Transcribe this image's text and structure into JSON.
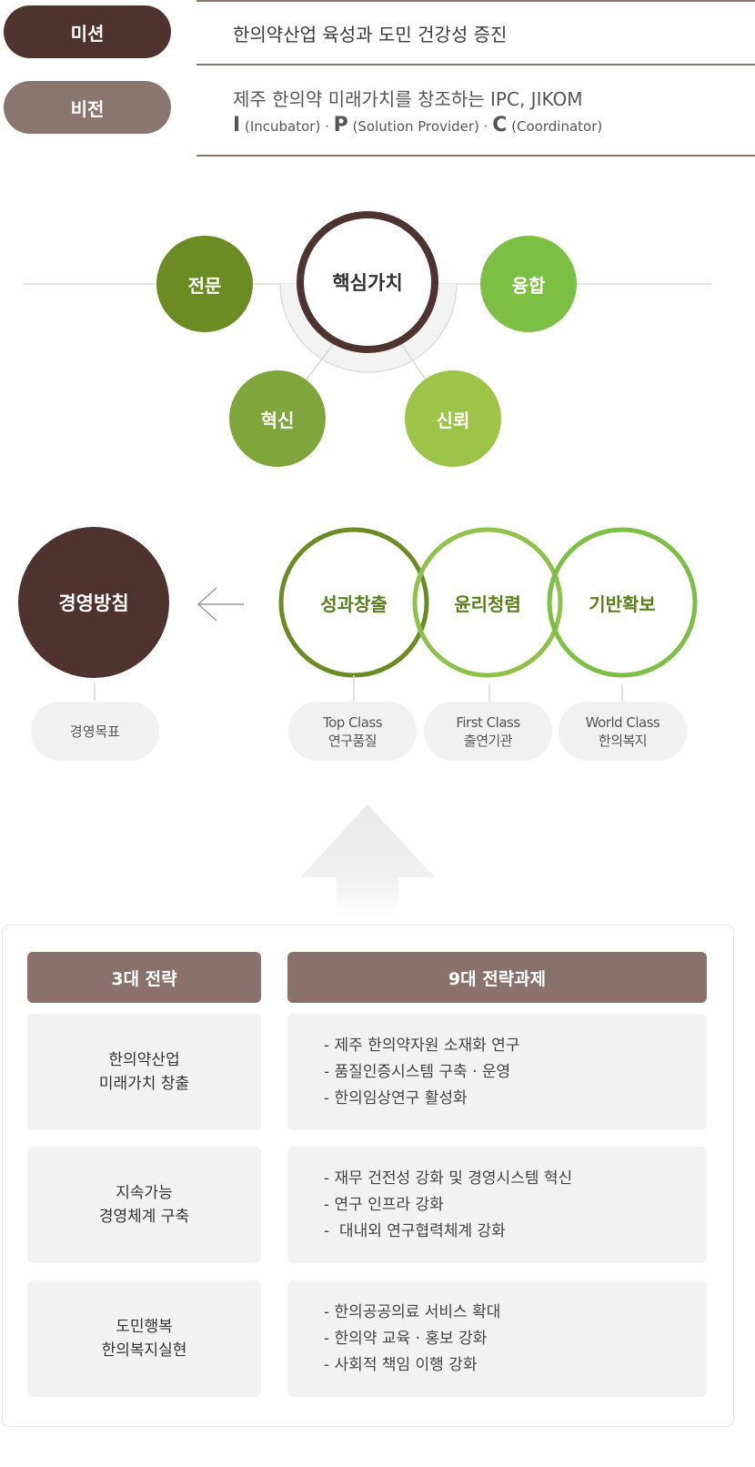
{
  "mission": {
    "label": "미션",
    "text": "한의약산업 육성과 도민 건강성 증진"
  },
  "vision": {
    "label": "비전",
    "text": "제주 한의약 미래가치를 창조하는 IPC, JIKOM",
    "sub": [
      {
        "letter": "I",
        "desc": "(Incubator)"
      },
      {
        "letter": "P",
        "desc": "(Solution Provider)"
      },
      {
        "letter": "C",
        "desc": "(Coordinator)"
      }
    ],
    "separator": "·"
  },
  "core_values": {
    "center": "핵심가치",
    "items": [
      "전문",
      "융합",
      "혁신",
      "신뢰"
    ],
    "colors": {
      "center_ring": "#4e332e",
      "jeonmun": "#6b8b23",
      "yunghap": "#7cc043",
      "hyeoksin": "#7fa63a",
      "sinroe": "#9cc548"
    }
  },
  "policy": {
    "circle": "경영방침",
    "goal_label": "경영목표",
    "values": [
      "성과창출",
      "윤리청렴",
      "기반확보"
    ],
    "goals": [
      {
        "line1": "Top Class",
        "line2": "연구품질"
      },
      {
        "line1": "First Class",
        "line2": "출연기관"
      },
      {
        "line1": "World Class",
        "line2": "한의복지"
      }
    ],
    "colors": {
      "ring1": "#6b8b23",
      "ring2": "#8fc24a",
      "ring3": "#7cc043",
      "text": "#5b7f1c"
    }
  },
  "strategy": {
    "left_header": "3대 전략",
    "right_header": "9대 전략과제",
    "rows": [
      {
        "left": [
          "한의약산업",
          "미래가치 창출"
        ],
        "right": [
          "- 제주 한의약자원 소재화 연구",
          "- 품질인증시스템 구축 · 운영",
          "- 한의임상연구 활성화"
        ]
      },
      {
        "left": [
          "지속가능",
          "경영체계 구축"
        ],
        "right": [
          "- 재무 건전성 강화 및 경영시스템 혁신",
          "- 연구 인프라 강화",
          "-  대내외 연구협력체계 강화"
        ]
      },
      {
        "left": [
          "도민행복",
          "한의복지실현"
        ],
        "right": [
          "- 한의공공의료 서비스 확대",
          "- 한의약 교육 · 홍보 강화",
          "- 사회적 책임 이행 강화"
        ]
      }
    ]
  }
}
